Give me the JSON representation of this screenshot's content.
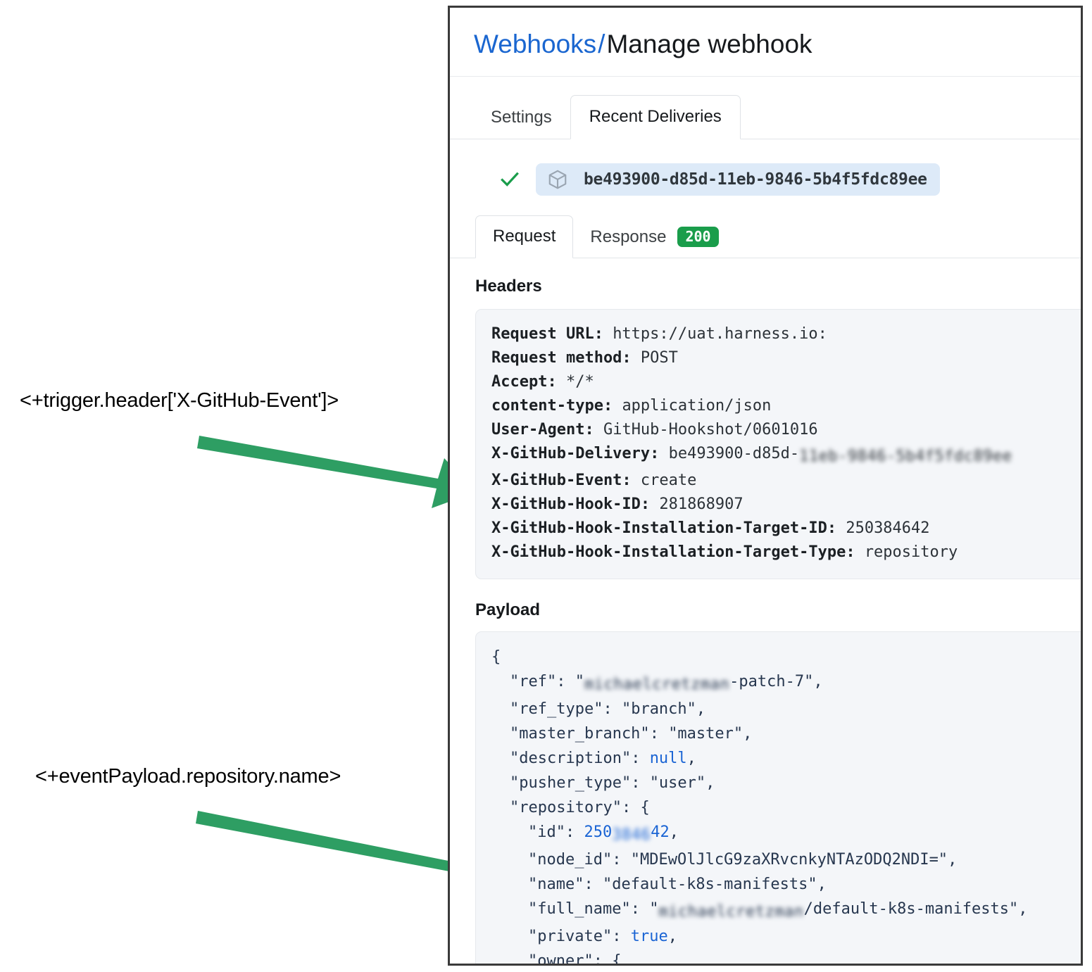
{
  "annotations": [
    {
      "id": "header-expression",
      "text": "<+trigger.header['X-GitHub-Event']>"
    },
    {
      "id": "payload-expression",
      "text": "<+eventPayload.repository.name>"
    }
  ],
  "arrow_color": "#2e9e63",
  "panel": {
    "breadcrumb": {
      "parent": "Webhooks",
      "separator": "/",
      "current": "Manage webhook"
    },
    "tabs": [
      {
        "label": "Settings",
        "active": false
      },
      {
        "label": "Recent Deliveries",
        "active": true
      }
    ],
    "delivery": {
      "status_icon": "check-icon",
      "package_icon": "cube-icon",
      "id": "be493900-d85d-11eb-9846-5b4f5fdc89ee"
    },
    "subtabs": [
      {
        "label": "Request",
        "active": true,
        "badge": null
      },
      {
        "label": "Response",
        "active": false,
        "badge": "200"
      }
    ],
    "headers_section": {
      "title": "Headers",
      "rows": [
        {
          "key": "Request URL:",
          "value": "https://uat.harness.io:",
          "redacted": ""
        },
        {
          "key": "Request method:",
          "value": "POST",
          "redacted": ""
        },
        {
          "key": "Accept:",
          "value": "*/*",
          "redacted": ""
        },
        {
          "key": "content-type:",
          "value": "application/json",
          "redacted": ""
        },
        {
          "key": "User-Agent:",
          "value": "GitHub-Hookshot/0601016",
          "redacted": ""
        },
        {
          "key": "X-GitHub-Delivery:",
          "value": "be493900-d85d-",
          "redacted": "11eb-9846-5b4f5fdc89ee"
        },
        {
          "key": "X-GitHub-Event:",
          "value": "create",
          "redacted": ""
        },
        {
          "key": "X-GitHub-Hook-ID:",
          "value": "281868907",
          "redacted": ""
        },
        {
          "key": "X-GitHub-Hook-Installation-Target-ID:",
          "value": "250384642",
          "redacted": ""
        },
        {
          "key": "X-GitHub-Hook-Installation-Target-Type:",
          "value": "repository",
          "redacted": ""
        }
      ]
    },
    "payload_section": {
      "title": "Payload",
      "lines": [
        {
          "indent": 0,
          "text": "{"
        },
        {
          "indent": 1,
          "key": "\"ref\"",
          "redacted": "michaelcretzman",
          "value": "-patch-7\"",
          "quote_open": "\"",
          "trail": ","
        },
        {
          "indent": 1,
          "key": "\"ref_type\"",
          "value": "\"branch\"",
          "trail": ","
        },
        {
          "indent": 1,
          "key": "\"master_branch\"",
          "value": "\"master\"",
          "trail": ","
        },
        {
          "indent": 1,
          "key": "\"description\"",
          "literal": "null",
          "trail": ","
        },
        {
          "indent": 1,
          "key": "\"pusher_type\"",
          "value": "\"user\"",
          "trail": ","
        },
        {
          "indent": 1,
          "key": "\"repository\"",
          "value": "{",
          "trail": ""
        },
        {
          "indent": 2,
          "key": "\"id\"",
          "number_prefix": "250",
          "redacted_num": "3846",
          "number_suffix": "42",
          "trail": ","
        },
        {
          "indent": 2,
          "key": "\"node_id\"",
          "value": "\"MDEwOlJlcG9zaXRvcnkyNTAzODQ2NDI=\"",
          "trail": ","
        },
        {
          "indent": 2,
          "key": "\"name\"",
          "value": "\"default-k8s-manifests\"",
          "trail": ","
        },
        {
          "indent": 2,
          "key": "\"full_name\"",
          "redacted": "michaelcretzman",
          "value": "/default-k8s-manifests\"",
          "quote_open": "\"",
          "trail": ","
        },
        {
          "indent": 2,
          "key": "\"private\"",
          "literal": "true",
          "trail": ","
        },
        {
          "indent": 2,
          "key": "\"owner\"",
          "value": "{",
          "trail": ""
        }
      ]
    }
  }
}
